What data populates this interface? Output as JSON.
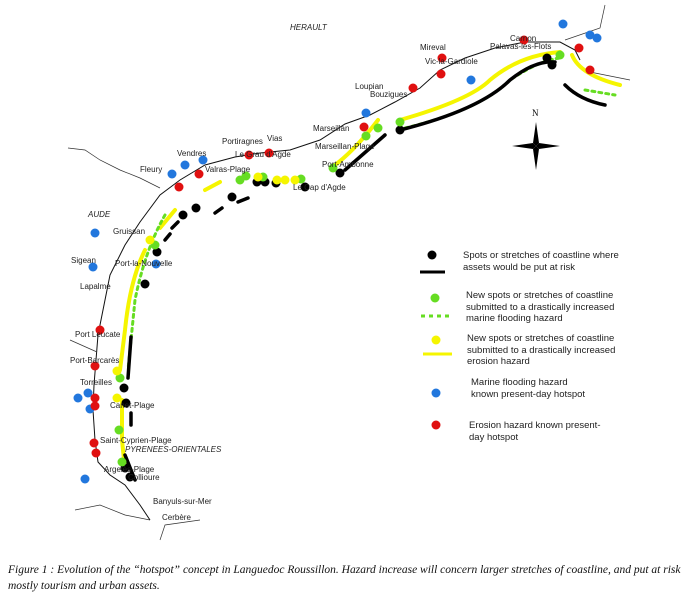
{
  "map": {
    "departments": [
      "HERAULT",
      "AUDE",
      "PYRENEES-ORIENTALES"
    ],
    "places": [
      "Mireval",
      "Vic-la-Gardiole",
      "Carnon",
      "Palavas-les-Flots",
      "Loupian",
      "Bouzigues",
      "Marseillan",
      "Marseillan-Plage",
      "Port-Ambonne",
      "Le Cap d'Agde",
      "Portiragnes",
      "Vias",
      "Le Grau d'Agde",
      "Valras-Plage",
      "Vendres",
      "Fleury",
      "Gruissan",
      "Sigean",
      "Port-la-Nouvelle",
      "Lapalme",
      "Port Leucate",
      "Port-Barcarès",
      "Torreilles",
      "Canet-Plage",
      "Saint-Cyprien-Plage",
      "Argelès-Plage",
      "Collioure",
      "Banyuls-sur-Mer",
      "Cerbère"
    ],
    "north_label": "N"
  },
  "legend": [
    {
      "text": "Spots or stretches of coastline where assets would be put at risk",
      "color": "#000000",
      "line": "solid"
    },
    {
      "text": "New spots or stretches of coastline submitted to a drastically increased marine flooding hazard",
      "color": "#66dd22",
      "line": "dotted"
    },
    {
      "text": "New spots or stretches of coastline submitted to a drastically increased erosion hazard",
      "color": "#f5f500",
      "line": "solid"
    },
    {
      "text": "Marine flooding hazard known present-day hotspot",
      "color": "#2277dd"
    },
    {
      "text": "Erosion hazard known present-day hotspot",
      "color": "#e01010"
    }
  ],
  "caption": "Figure 1 : Evolution of the “hotspot” concept in Languedoc Roussillon. Hazard increase will concern larger stretches of coastline, and put at risk mostly tourism and urban assets."
}
